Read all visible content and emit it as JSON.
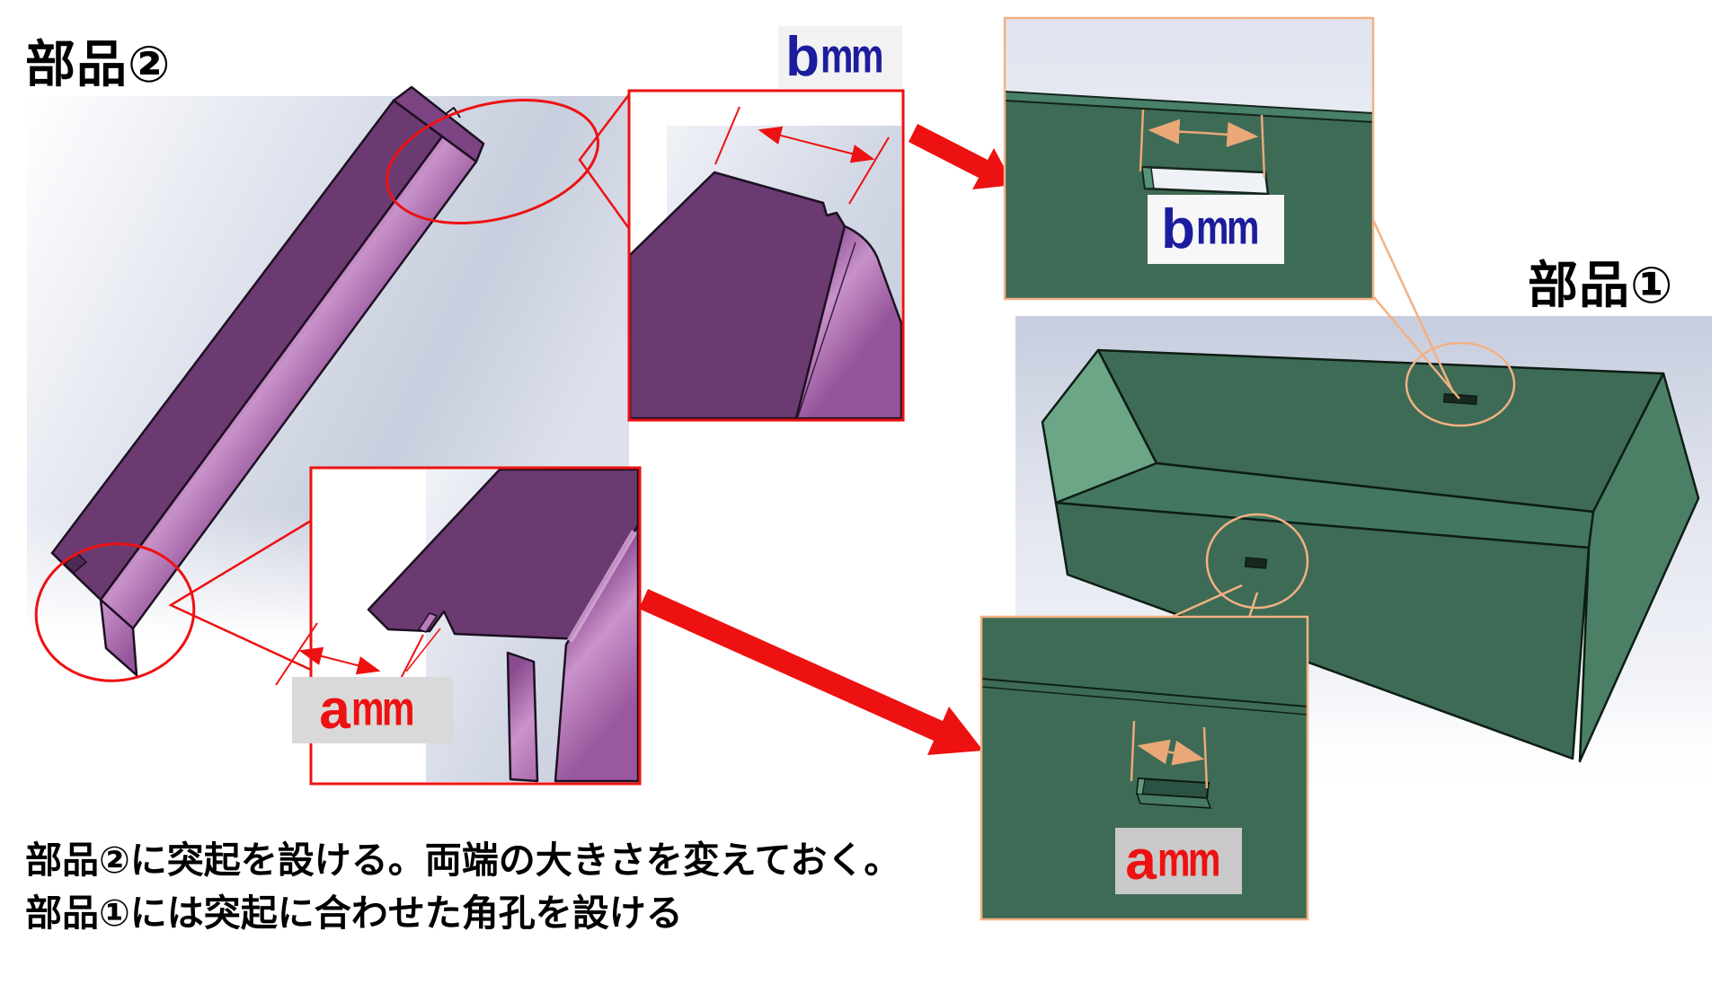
{
  "slide": {
    "type": "cad-instruction-slide",
    "part1_title": "部品①",
    "part2_title": "部品②"
  },
  "dims": {
    "b": {
      "letter": "b",
      "suffix": "mm",
      "color": "#1c1c9e"
    },
    "a": {
      "letter": "a",
      "suffix": "mm",
      "color": "#ee1111"
    }
  },
  "caption": {
    "line1": "部品②に突起を設ける。両端の大きさを変えておく。",
    "line2": "部品①には突起に合わせた角孔を設ける"
  },
  "icons": {
    "flow_arrow_top": "red-thick-arrow-right",
    "flow_arrow_bottom": "red-thick-arrow-right",
    "dimension_arrow": "double-headed-arrow"
  },
  "colors": {
    "highlight_red": "#ee1111",
    "callout_orange": "#f2b183",
    "dim_blue_text": "#1c1c9e",
    "dim_red_text": "#ee1111",
    "purple_dark_face": "#6b3a71",
    "purple_bright_face": "#c891c9",
    "green_wall": "#3e6b55",
    "green_inner_wall": "#6ba687",
    "cad_background": "#c9cfdd",
    "label_bg_light": "#f2f2f2",
    "label_bg_gray": "#d9d9d9"
  }
}
